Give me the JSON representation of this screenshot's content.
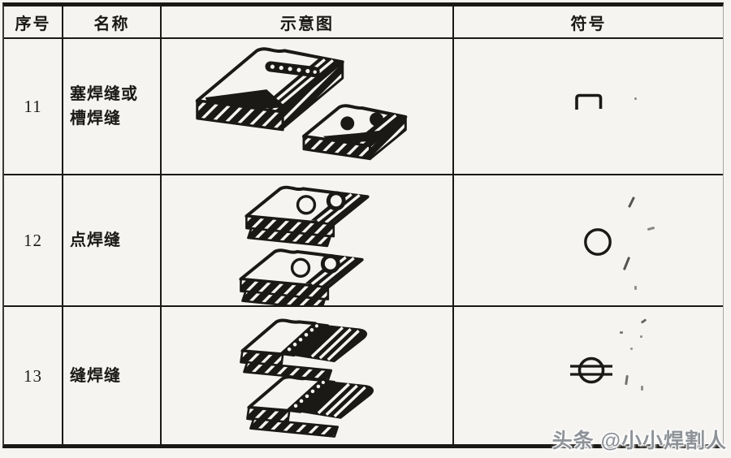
{
  "table": {
    "columns": [
      {
        "label": "序号"
      },
      {
        "label": "名称"
      },
      {
        "label": "示意图"
      },
      {
        "label": "符号"
      }
    ],
    "rows": [
      {
        "number": "11",
        "name": "塞焊缝或槽焊缝",
        "diagram_icon": "plates-with-slot-and-plug-holes-illustration",
        "symbol_icon": "plug-weld-open-rectangle-symbol"
      },
      {
        "number": "12",
        "name": "点焊缝",
        "diagram_icon": "stacked-plates-with-spot-nuggets-illustration",
        "symbol_icon": "spot-weld-circle-symbol"
      },
      {
        "number": "13",
        "name": "缝焊缝",
        "diagram_icon": "overlapped-plates-with-seam-band-illustration",
        "symbol_icon": "seam-weld-circle-with-lines-symbol"
      }
    ]
  },
  "watermark": {
    "text": "头条 @小小焊割人"
  },
  "colors": {
    "ink": "#1b1916",
    "paper": "#f5f4f1",
    "watermark_gray": "#8f9398"
  }
}
